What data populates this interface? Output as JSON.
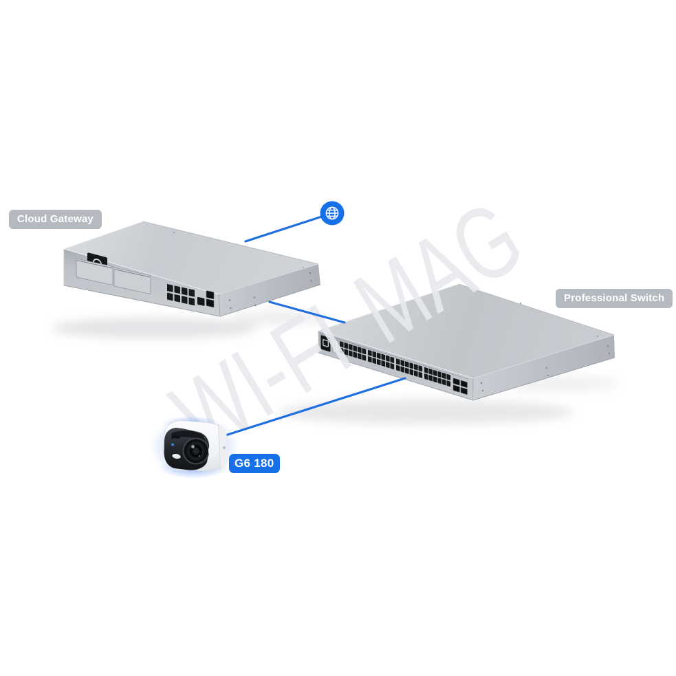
{
  "diagram": {
    "watermark": "WI-FI MAG",
    "colors": {
      "background": "#ffffff",
      "accent_blue": "#1670e8",
      "line_blue": "#1f6fe0",
      "badge_gray_bg": "rgba(128,136,146,0.58)",
      "badge_text": "#ffffff",
      "watermark_text": "rgba(231,233,237,0.9)",
      "camera_glow": "#5c8df4"
    },
    "nodes": [
      {
        "id": "internet",
        "type": "internet",
        "icon": "globe-icon",
        "label": ""
      },
      {
        "id": "cloud_gateway",
        "type": "gateway",
        "label": "Cloud Gateway",
        "rj45_ports": 8,
        "sfp_ports": 2,
        "drive_bays": 2
      },
      {
        "id": "professional_switch",
        "type": "switch",
        "label": "Professional Switch",
        "rj45_ports": 48,
        "sfp_ports": 4
      },
      {
        "id": "camera",
        "type": "camera",
        "label": "G6 180"
      }
    ],
    "connections": [
      {
        "from": "cloud_gateway",
        "to": "internet"
      },
      {
        "from": "cloud_gateway",
        "to": "professional_switch"
      },
      {
        "from": "professional_switch",
        "to": "camera"
      }
    ]
  }
}
